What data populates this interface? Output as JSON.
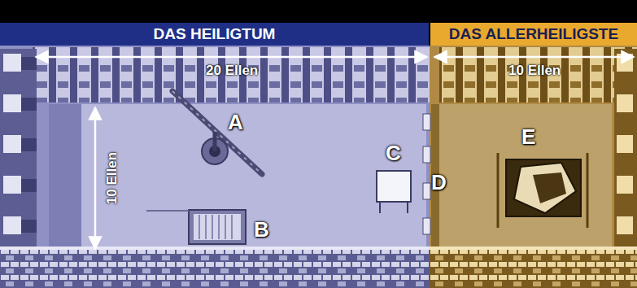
{
  "diagram": {
    "nodes": [
      {
        "text": [
          "DAS HEILIGTUM"
        ]
      },
      {
        "text": [
          "DAS ALLERHEILIGSTE"
        ]
      }
    ],
    "labels": [
      "20 Ellen",
      "10 Ellen",
      "A",
      "E",
      "C",
      "D",
      "10 Ellen",
      "B"
    ]
  }
}
